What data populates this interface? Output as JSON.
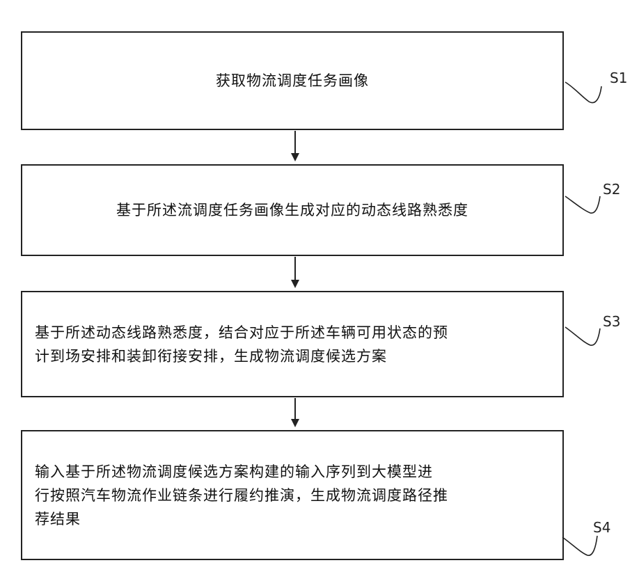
{
  "steps": [
    {
      "id": "S1",
      "text": "获取物流调度任务画像"
    },
    {
      "id": "S2",
      "text": "基于所述流调度任务画像生成对应的动态线路熟悉度"
    },
    {
      "id": "S3",
      "text": "基于所述动态线路熟悉度，结合对应于所述车辆可用状态的预\n计到场安排和装卸衔接安排，生成物流调度候选方案"
    },
    {
      "id": "S4",
      "text": "输入基于所述物流调度候选方案构建的输入序列到大模型进\n行按照汽车物流作业链条进行履约推演，生成物流调度路径推\n荐结果"
    }
  ]
}
